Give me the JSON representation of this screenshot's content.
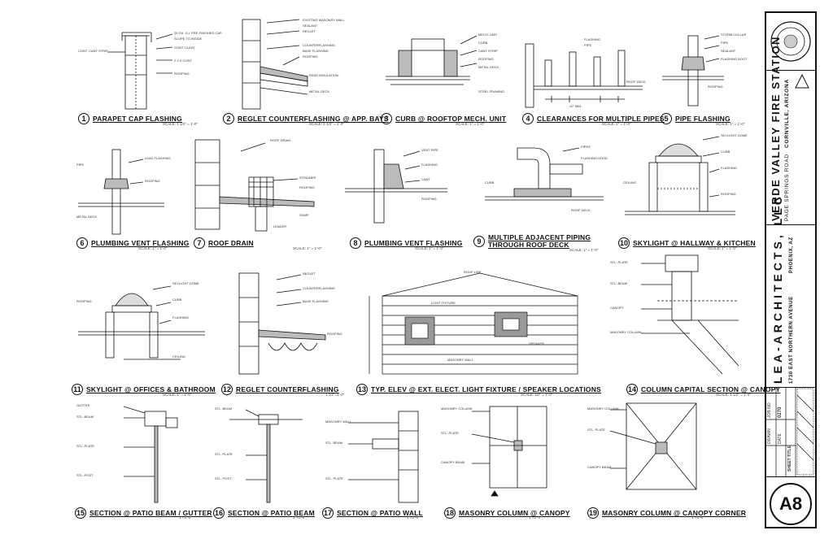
{
  "project": {
    "name": "VERDE VALLEY FIRE STATION",
    "location_line": "PAGE SPRINGS ROAD",
    "city": "CORNVILLE, ARIZONA",
    "architect": "LEA-ARCHITECTS, LLC",
    "address": "1730 EAST NORTHERN AVENUE",
    "city2": "PHOENIX, AZ",
    "sheet_number": "A8",
    "sheet_title_label": "SHEET TITLE",
    "job_no_label": "JOB NO.",
    "job_no": "0270",
    "drawn_label": "DRAWN",
    "date_label": "DATE"
  },
  "details": [
    {
      "num": "1",
      "title": "PARAPET CAP FLASHING",
      "scale": "SCALE: 1 1/2\" = 1'-0\""
    },
    {
      "num": "2",
      "title": "REGLET COUNTERFLASHING @ APP. BAYS",
      "scale": "SCALE: 1 1/2\" = 1'-0\""
    },
    {
      "num": "3",
      "title": "CURB @ ROOFTOP MECH. UNIT",
      "scale": "SCALE: 1\" = 1'-0\""
    },
    {
      "num": "4",
      "title": "CLEARANCES FOR MULTIPLE PIPES",
      "scale": "SCALE: 1\" = 1'-0\""
    },
    {
      "num": "5",
      "title": "PIPE FLASHING",
      "scale": "SCALE: 1\" = 1'-0\""
    },
    {
      "num": "6",
      "title": "PLUMBING VENT FLASHING",
      "scale": "SCALE: 1\" = 1'-0\""
    },
    {
      "num": "7",
      "title": "ROOF DRAIN",
      "scale": "SCALE: 1\" = 1'-0\""
    },
    {
      "num": "8",
      "title": "PLUMBING VENT FLASHING",
      "scale": "SCALE: 1\" = 1'-0\""
    },
    {
      "num": "9",
      "title": "MULTIPLE ADJACENT PIPING THROUGH ROOF DECK",
      "scale": "SCALE: 1\" = 1'-0\""
    },
    {
      "num": "10",
      "title": "SKYLIGHT @ HALLWAY & KITCHEN",
      "scale": "SCALE: 1\" = 1'-0\""
    },
    {
      "num": "11",
      "title": "SKYLIGHT @ OFFICES & BATHROOM",
      "scale": "SCALE: 1\" = 1'-0\""
    },
    {
      "num": "12",
      "title": "REGLET COUNTERFLASHING",
      "scale": "1 1/2\"=1'-0\""
    },
    {
      "num": "13",
      "title": "TYP. ELEV @ EXT. ELECT. LIGHT FIXTURE / SPEAKER LOCATIONS",
      "scale": "SCALE: 1/2\" = 1'-0\""
    },
    {
      "num": "14",
      "title": "COLUMN CAPITAL SECTION @ CANOPY",
      "scale": "SCALE: 1 1/2\" = 1'-0\""
    },
    {
      "num": "15",
      "title": "SECTION @ PATIO BEAM / GUTTER",
      "scale": "1\"=1'-0\""
    },
    {
      "num": "16",
      "title": "SECTION @ PATIO BEAM",
      "scale": "1\"=1'-0\""
    },
    {
      "num": "17",
      "title": "SECTION @ PATIO WALL",
      "scale": "1\"=1'-0\""
    },
    {
      "num": "18",
      "title": "MASONRY COLUMN @ CANOPY",
      "scale": "1\"=1'-0\""
    },
    {
      "num": "19",
      "title": "MASONRY COLUMN @ CANOPY CORNER",
      "scale": "1\"=1'-0\""
    }
  ],
  "notes": {
    "d1": [
      "26 GA. G.I. PRE-FINISHED CAP",
      "SLOPE TO INSIDE",
      "CONT. CLEAT",
      "2 X 6 CONT.",
      "ROOFING",
      "CONT. CANT STRIP"
    ],
    "d2": [
      "EXISTING MASONRY WALL",
      "SEALANT",
      "REGLET",
      "COUNTERFLASHING",
      "BASE FLASHING",
      "ROOFING",
      "RIGID INSULATION",
      "METAL DECK"
    ],
    "d3": [
      "MECH. UNIT",
      "CURB",
      "CANT STRIP",
      "ROOFING",
      "METAL DECK",
      "STEEL FRAMING"
    ],
    "d4": [
      "FLASHING",
      "PIPE",
      "12\" MIN.",
      "ROOF DECK"
    ],
    "d5": [
      "STORM COLLAR",
      "PIPE",
      "SEALANT",
      "FLASHING BOOT",
      "ROOFING"
    ],
    "d6": [
      "LEAD FLASHING",
      "PIPE",
      "ROOFING",
      "METAL DECK"
    ],
    "d7": [
      "ROOF DRAIN",
      "STRAINER",
      "ROOFING",
      "SUMP",
      "LEADER"
    ],
    "d8": [
      "VENT PIPE",
      "FLASHING",
      "CANT",
      "ROOFING"
    ],
    "d9": [
      "PIPES",
      "FLASHING HOOD",
      "CURB",
      "ROOF DECK"
    ],
    "d10": [
      "SKYLIGHT DOME",
      "CURB",
      "FLASHING",
      "ROOFING",
      "CEILING"
    ],
    "d11": [
      "SKYLIGHT DOME",
      "CURB",
      "FLASHING",
      "ROOFING",
      "CEILING"
    ],
    "d12": [
      "REGLET",
      "COUNTERFLASHING",
      "BASE FLASHING",
      "ROOFING"
    ],
    "d13": [
      "LIGHT FIXTURE",
      "SPEAKER",
      "MASONRY WALL",
      "ROOF LINE"
    ],
    "d14": [
      "STL. PLATE",
      "STL. BEAM",
      "CANOPY",
      "MASONRY COLUMN"
    ],
    "d15": [
      "GUTTER",
      "STL. BEAM",
      "STL. PLATE",
      "STL. POST"
    ],
    "d16": [
      "STL. BEAM",
      "STL. PLATE",
      "STL. POST"
    ],
    "d17": [
      "MASONRY WALL",
      "STL. BEAM",
      "STL. PLATE"
    ],
    "d18": [
      "MASONRY COLUMN",
      "STL. PLATE",
      "CANOPY BEAM"
    ],
    "d19": [
      "MASONRY COLUMN",
      "STL. PLATE",
      "CANOPY BEAM"
    ]
  },
  "colors": {
    "ink": "#111111",
    "paper": "#ffffff",
    "fill": "#bbbbbb"
  }
}
